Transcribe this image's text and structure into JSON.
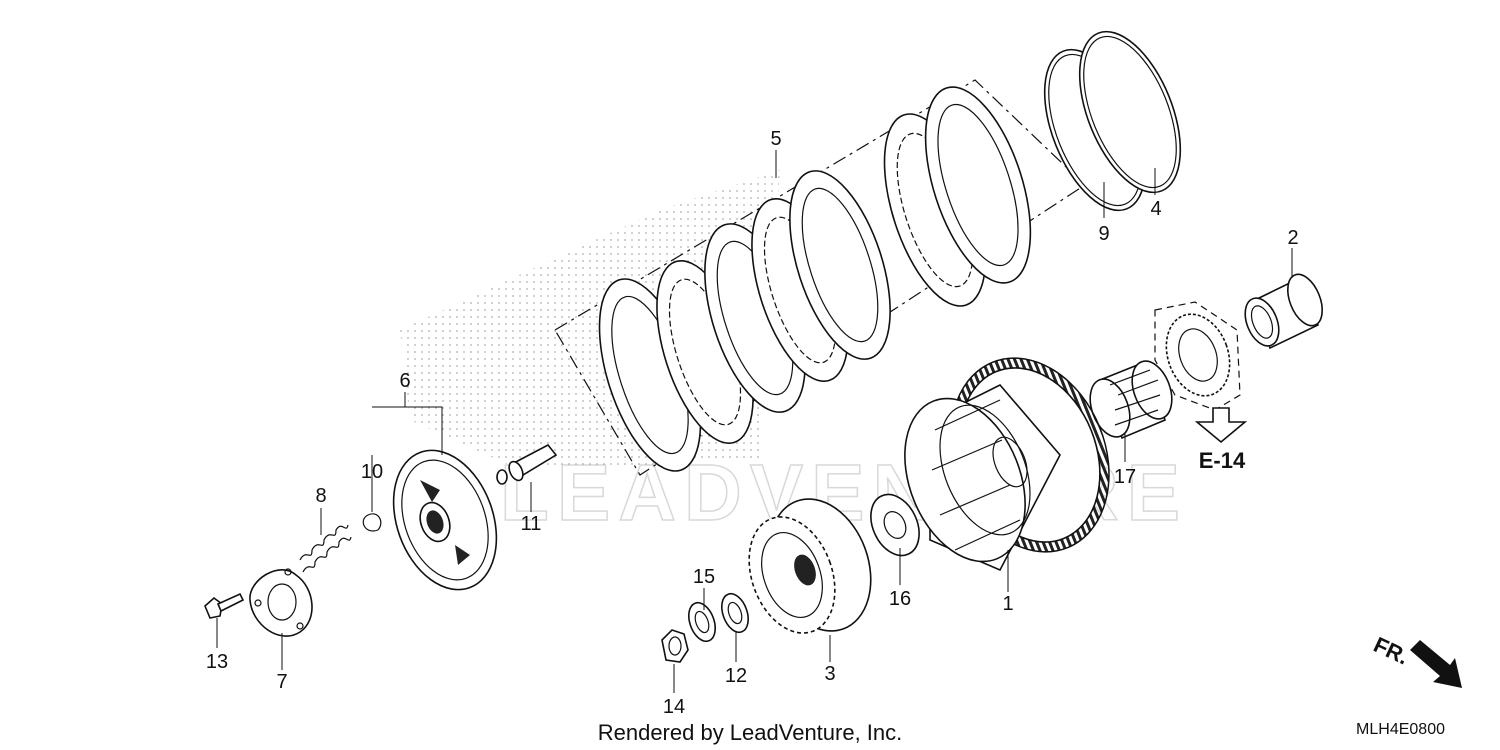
{
  "callouts": [
    "1",
    "2",
    "3",
    "4",
    "5",
    "6",
    "7",
    "8",
    "9",
    "10",
    "11",
    "12",
    "13",
    "14",
    "15",
    "16",
    "17"
  ],
  "reference": {
    "label": "E-14"
  },
  "front_marker": {
    "label": "FR."
  },
  "watermark": "LEADVENTURE",
  "credit": "Rendered by LeadVenture, Inc.",
  "diagram_code": "MLH4E0800"
}
